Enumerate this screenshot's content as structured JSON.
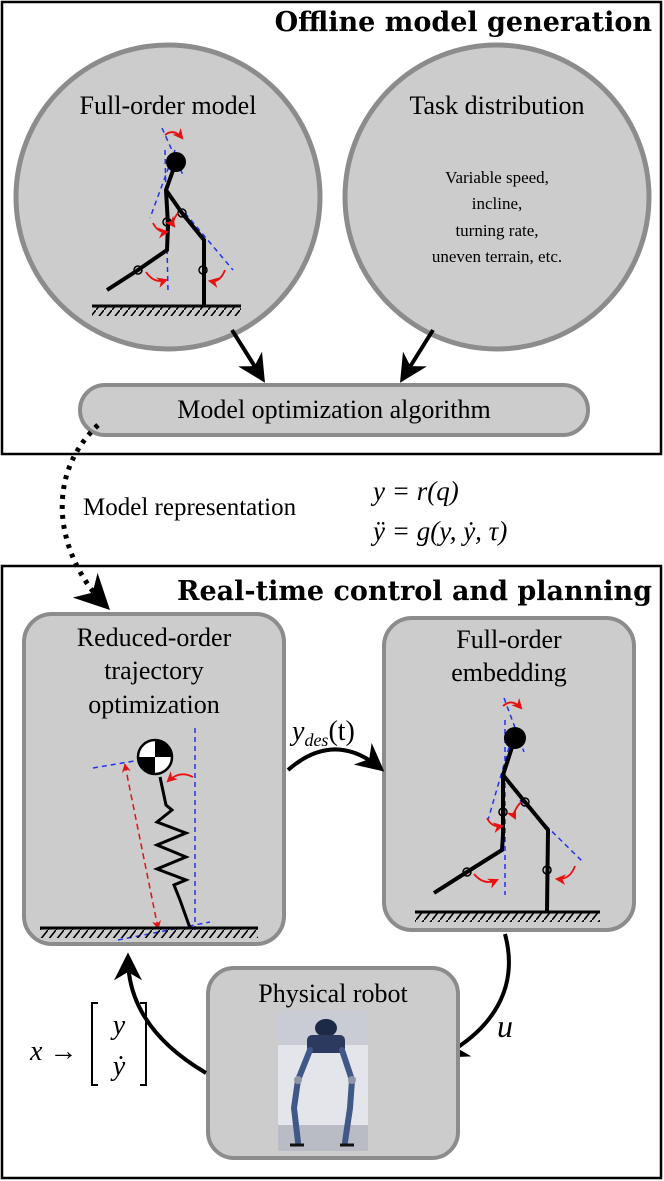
{
  "offline": {
    "title": "Offline model generation",
    "full_order_model": "Full-order model",
    "task_distribution": "Task distribution",
    "task_items": [
      "Variable speed,",
      "incline,",
      "turning rate,",
      "uneven terrain, etc."
    ],
    "model_opt": "Model optimization algorithm"
  },
  "representation": {
    "label": "Model representation",
    "eq1": "y = r(q)",
    "eq2": "ÿ = g(y, ẏ, τ)"
  },
  "realtime": {
    "title": "Real-time control and planning",
    "rom_lines": [
      "Reduced-order",
      "trajectory",
      "optimization"
    ],
    "embed_lines": [
      "Full-",
      "order",
      "embedding"
    ],
    "ydes": "y",
    "ydes_sub": "des",
    "ydes_arg": "(t)",
    "physical_robot": "Physical robot",
    "u_label": "u",
    "x_label": "x →",
    "y_top": "y",
    "y_bot": "ẏ"
  },
  "colors": {
    "node_fill": "#cccccc",
    "node_stroke": "#8c8c8c",
    "dashed_blue": "#2233ee",
    "red": "#e81010"
  }
}
